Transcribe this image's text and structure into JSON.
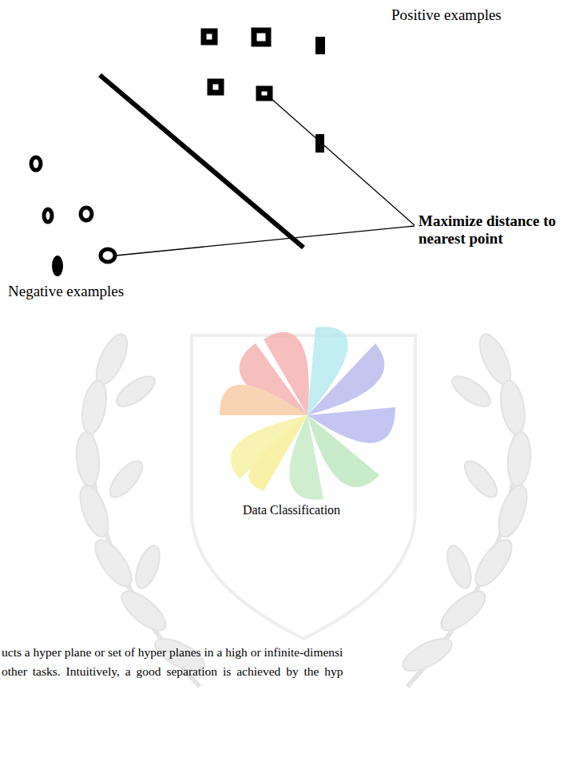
{
  "diagram": {
    "caption": "Data Classification",
    "labels": [
      "Positive examples",
      "Maximize distance to nearest point",
      "Negative examples",
      "ucts a hyper plane or set of hyper planes in a high or infinite-dimensi",
      "other tasks. Intuitively, a good separation is achieved by the hyp"
    ]
  }
}
